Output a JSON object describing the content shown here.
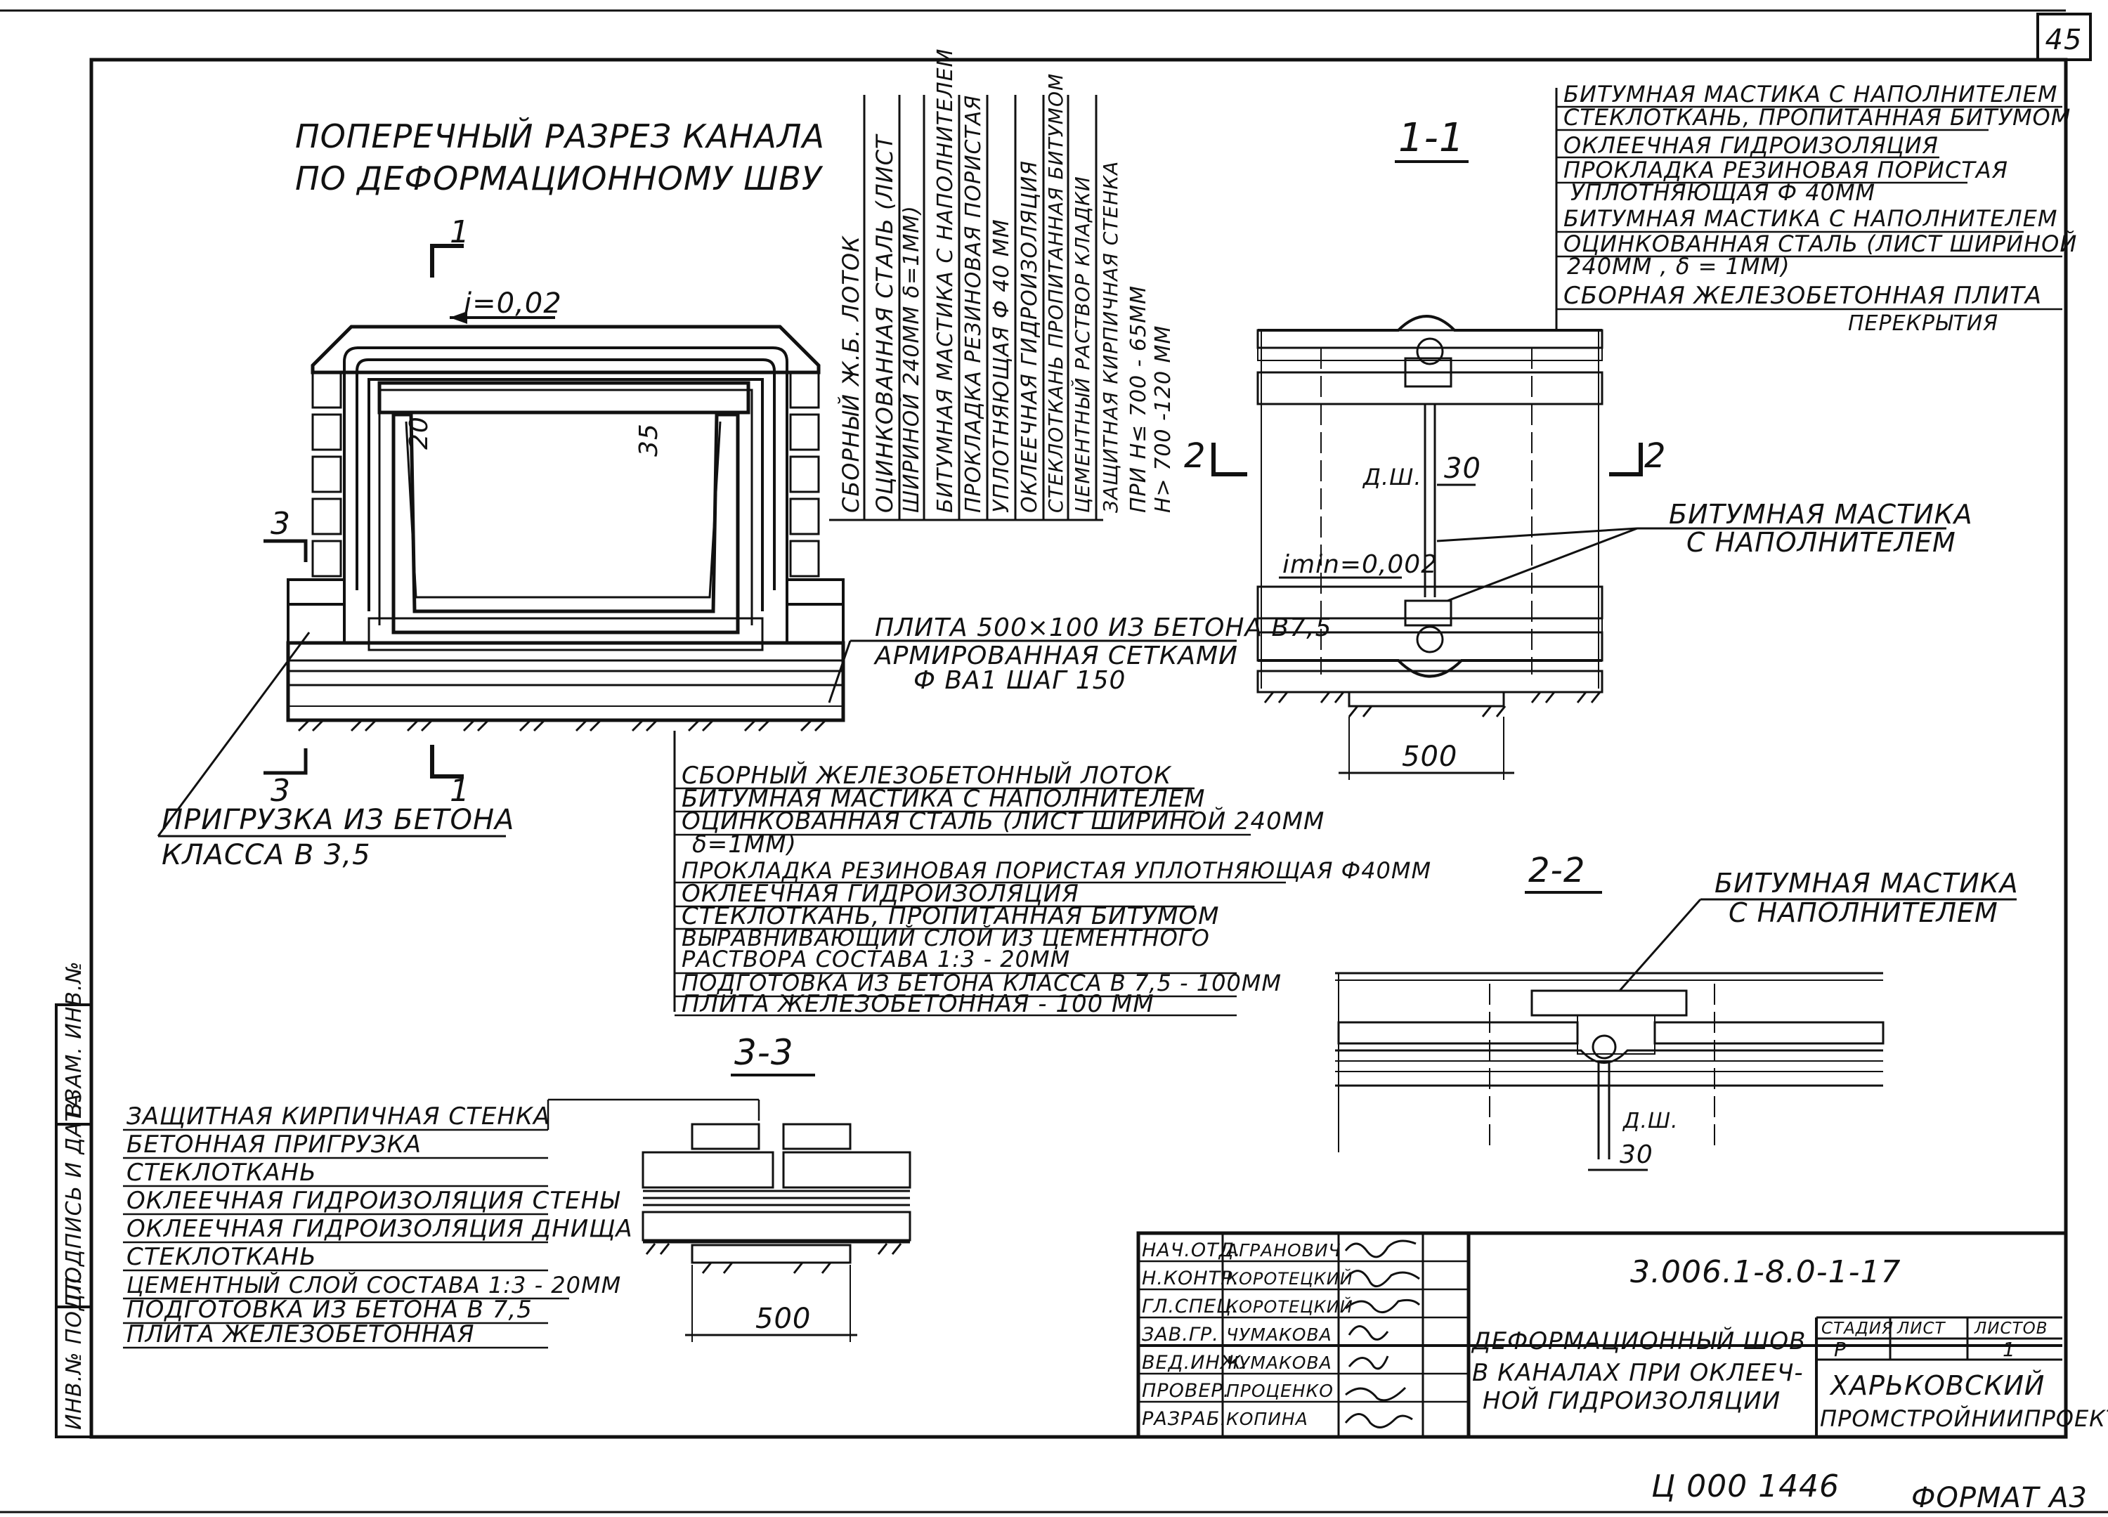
{
  "sheet": {
    "page_number": "45",
    "bottom_code": "Ц 000 14",
    "bottom_number": "46",
    "format": "ФОРМАТ А3"
  },
  "main_section": {
    "title_line1": "ПОПЕРЕЧНЫЙ РАЗРЕЗ КАНАЛА",
    "title_line2": "ПО ДЕФОРМАЦИОННОМУ ШВУ",
    "slope": "i=0,02",
    "dim_20": "20",
    "dim_35": "35",
    "cut_1": "1",
    "cut_3": "3",
    "vertical_layers": [
      "СБОРНЫЙ Ж.Б. ЛОТОК",
      "ОЦИНКОВАННАЯ СТАЛЬ (ЛИСТ",
      "ШИРИНОЙ 240ММ δ=1ММ)",
      "БИТУМНАЯ МАСТИКА С НАПОЛНИТЕЛЕМ",
      "ПРОКЛАДКА РЕЗИНОВАЯ ПОРИСТАЯ",
      "УПЛОТНЯЮЩАЯ Ф 40 ММ",
      "ОКЛЕЕЧНАЯ ГИДРОИЗОЛЯЦИЯ",
      "СТЕКЛОТКАНЬ ПРОПИТАННАЯ БИТУМОМ",
      "ЦЕМЕНТНЫЙ РАСТВОР КЛАДКИ",
      "ЗАЩИТНАЯ КИРПИЧНАЯ СТЕНКА",
      "ПРИ H≤ 700 - 65ММ",
      "H> 700 -120 ММ"
    ],
    "slab_label_line1": "ПЛИТА 500×100 ИЗ БЕТОНА В7,5",
    "slab_label_line2": "АРМИРОВАННАЯ СЕТКАМИ",
    "slab_label_line3": "Ф ВА1 ШАГ 150",
    "ballast_line1": "ПРИГРУЗКА ИЗ БЕТОНА",
    "ballast_line2": "КЛАССА В 3,5",
    "bottom_layers": [
      "СБОРНЫЙ ЖЕЛЕЗОБЕТОННЫЙ ЛОТОК",
      "БИТУМНАЯ МАСТИКА С НАПОЛНИТЕЛЕМ",
      "ОЦИНКОВАННАЯ СТАЛЬ (ЛИСТ ШИРИНОЙ 240ММ",
      "δ=1ММ)",
      "ПРОКЛАДКА РЕЗИНОВАЯ ПОРИСТАЯ УПЛОТНЯЮЩАЯ Ф40ММ",
      "ОКЛЕЕЧНАЯ ГИДРОИЗОЛЯЦИЯ",
      "СТЕКЛОТКАНЬ, ПРОПИТАННАЯ БИТУМОМ",
      "ВЫРАВНИВАЮЩИЙ СЛОЙ ИЗ ЦЕМЕНТНОГО",
      "РАСТВОРА СОСТАВА 1:3 - 20ММ",
      "ПОДГОТОВКА ИЗ БЕТОНА КЛАССА В 7,5 - 100ММ",
      "ПЛИТА ЖЕЛЕЗОБЕТОННАЯ - 100 ММ"
    ]
  },
  "section_1_1": {
    "title": "1-1",
    "layers": [
      "БИТУМНАЯ МАСТИКА С НАПОЛНИТЕЛЕМ",
      "СТЕКЛОТКАНЬ, ПРОПИТАННАЯ БИТУМОМ",
      "ОКЛЕЕЧНАЯ ГИДРОИЗОЛЯЦИЯ",
      "ПРОКЛАДКА РЕЗИНОВАЯ ПОРИСТАЯ",
      "УПЛОТНЯЮЩАЯ Ф 40ММ",
      "БИТУМНАЯ МАСТИКА С НАПОЛНИТЕЛЕМ",
      "ОЦИНКОВАННАЯ СТАЛЬ (ЛИСТ ШИРИНОЙ",
      "240ММ , δ = 1ММ)",
      "СБОРНАЯ ЖЕЛЕЗОБЕТОННАЯ ПЛИТА",
      "ПЕРЕКРЫТИЯ"
    ],
    "joint": "Д.Ш.",
    "dim_30": "30",
    "slope": "imin=0,002",
    "mastic_line1": "БИТУМНАЯ МАСТИКА",
    "mastic_line2": "С НАПОЛНИТЕЛЕМ",
    "dim_500": "500",
    "cut_2": "2"
  },
  "section_2_2": {
    "title": "2-2",
    "mastic_line1": "БИТУМНАЯ МАСТИКА",
    "mastic_line2": "С НАПОЛНИТЕЛЕМ",
    "joint": "Д.Ш.",
    "dim_30": "30"
  },
  "section_3_3": {
    "title": "3-3",
    "layers": [
      "ЗАЩИТНАЯ КИРПИЧНАЯ СТЕНКА",
      "БЕТОННАЯ ПРИГРУЗКА",
      "СТЕКЛОТКАНЬ",
      "ОКЛЕЕЧНАЯ ГИДРОИЗОЛЯЦИЯ СТЕНЫ",
      "ОКЛЕЕЧНАЯ ГИДРОИЗОЛЯЦИЯ ДНИЩА",
      "СТЕКЛОТКАНЬ",
      "ЦЕМЕНТНЫЙ СЛОЙ СОСТАВА 1:3 - 20ММ",
      "ПОДГОТОВКА ИЗ БЕТОНА В 7,5",
      "ПЛИТА ЖЕЛЕЗОБЕТОННАЯ"
    ],
    "dim_500": "500"
  },
  "side_stamp": [
    "ВЗАМ. ИНВ.№",
    "ПОДПИСЬ И ДАТА",
    "ИНВ.№ ПОДЛ."
  ],
  "title_block": {
    "roles": [
      "НАЧ.ОТД.",
      "Н.КОНТР.",
      "ГЛ.СПЕЦ.",
      "ЗАВ.ГР.",
      "ВЕД.ИНЖ.",
      "ПРОВЕР.",
      "РАЗРАБ."
    ],
    "names": [
      "АГРАНОВИЧ",
      "КОРОТЕЦКИЙ",
      "КОРОТЕЦКИЙ",
      "ЧУМАКОВА",
      "ЧУМАКОВА",
      "ПРОЦЕНКО",
      "КОПИНА"
    ],
    "doc_code": "3.006.1-8.0-1-17",
    "description": [
      "ДЕФОРМАЦИОННЫЙ ШОВ",
      "В КАНАЛАХ ПРИ ОКЛЕЕЧ-",
      "НОЙ ГИДРОИЗОЛЯЦИИ"
    ],
    "stage_label": "СТАДИЯ",
    "sheet_label": "ЛИСТ",
    "sheets_label": "ЛИСТОВ",
    "stage": "Р",
    "sheets": "1",
    "org_line1": "ХАРЬКОВСКИЙ",
    "org_line2": "ПРОМСТРОЙНИИПРОЕКТ"
  }
}
